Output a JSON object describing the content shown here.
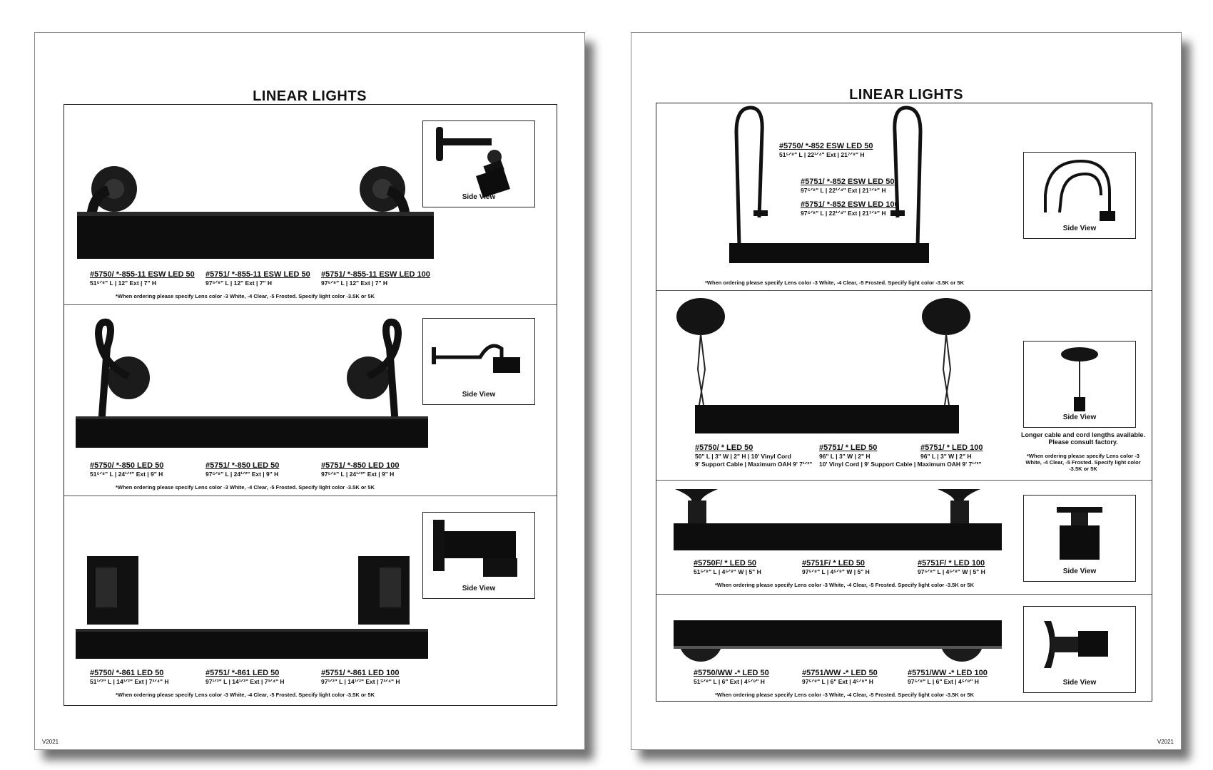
{
  "left_page": {
    "title": "LINEAR LIGHTS",
    "footer": "V2021",
    "sections": [
      {
        "side_view_label": "Side View",
        "products": [
          {
            "code": "#5750/ *-855-11 ESW LED 50",
            "dims": "51⁵ᐟ⁸\" L | 12\" Ext | 7\" H"
          },
          {
            "code": "#5751/ *-855-11 ESW LED 50",
            "dims": "97⁵ᐟ⁸\" L | 12\" Ext | 7\" H"
          },
          {
            "code": "#5751/ *-855-11 ESW LED 100",
            "dims": "97⁵ᐟ⁸\" L | 12\" Ext | 7\" H"
          }
        ],
        "note": "*When ordering please specify Lens color -3 White, -4 Clear, -5 Frosted. Specify light color -3.5K or 5K"
      },
      {
        "side_view_label": "Side View",
        "products": [
          {
            "code": "#5750/ *-850 LED 50",
            "dims": "51⁵ᐟ⁸\" L | 24¹ᐟ²\" Ext | 9\" H"
          },
          {
            "code": "#5751/ *-850 LED 50",
            "dims": "97⁵ᐟ⁸\" L | 24¹ᐟ²\" Ext | 9\" H"
          },
          {
            "code": "#5751/ *-850 LED 100",
            "dims": "97⁵ᐟ⁸\" L | 24¹ᐟ²\" Ext | 9\" H"
          }
        ],
        "note": "*When ordering please specify Lens color -3 White, -4 Clear, -5 Frosted. Specify light color -3.5K or 5K"
      },
      {
        "side_view_label": "Side View",
        "products": [
          {
            "code": "#5750/ *-861 LED 50",
            "dims": "51¹ᐟ²\" L | 14¹ᐟ²\" Ext | 7³ᐟ⁴\" H"
          },
          {
            "code": "#5751/ *-861 LED 50",
            "dims": "97¹ᐟ²\" L | 14¹ᐟ²\" Ext | 7³ᐟ⁴\" H"
          },
          {
            "code": "#5751/ *-861 LED 100",
            "dims": "97¹ᐟ²\" L | 14¹ᐟ²\" Ext | 7³ᐟ⁴\" H"
          }
        ],
        "note": "*When ordering please specify Lens color -3 White, -4 Clear, -5 Frosted. Specify light color -3.5K or 5K"
      }
    ]
  },
  "right_page": {
    "title": "LINEAR LIGHTS",
    "footer": "V2021",
    "sections": [
      {
        "side_view_label": "Side View",
        "products": [
          {
            "code": "#5750/ *-852 ESW LED 50",
            "dims": "51⁵ᐟ⁸\" L | 22¹ᐟ⁴\" Ext | 21⁷ᐟ⁸\" H"
          },
          {
            "code": "#5751/ *-852 ESW LED 50",
            "dims": "97⁵ᐟ⁸\" L | 22¹ᐟ⁴\" Ext | 21⁷ᐟ⁸\" H"
          },
          {
            "code": "#5751/ *-852 ESW LED 100",
            "dims": "97⁵ᐟ⁸\" L | 22¹ᐟ⁴\" Ext | 21⁷ᐟ⁸\" H"
          }
        ],
        "note": "*When ordering please specify Lens color -3 White, -4 Clear, -5 Frosted. Specify light color -3.5K or 5K"
      },
      {
        "side_view_label": "Side View",
        "products": [
          {
            "code": "#5750/ * LED 50",
            "dims": "50\" L | 3\" W | 2\" H | 10' Vinyl Cord",
            "dims2": "9' Support Cable | Maximum OAH 9' 7¹ᐟ²\""
          },
          {
            "code": "#5751/ * LED 50",
            "dims": "96\" L | 3\" W | 2\" H",
            "dims2": "10' Vinyl Cord | 9' Support Cable | Maximum OAH 9' 7¹ᐟ²\""
          },
          {
            "code": "#5751/ * LED 100",
            "dims": "96\" L | 3\" W | 2\" H",
            "dims2": "10' Vinyl Cord | 9' Support Cable | Maximum OAH 9' 7¹ᐟ²\""
          }
        ],
        "cable_note": "Longer cable and cord lengths available. Please consult factory.",
        "note": "*When ordering please specify Lens color -3 White, -4 Clear, -5 Frosted. Specify light color -3.5K or 5K"
      },
      {
        "side_view_label": "Side View",
        "products": [
          {
            "code": "#5750F/ * LED 50",
            "dims": "51⁵ᐟ⁸\" L | 4⁵ᐟ⁸\" W | 5\" H"
          },
          {
            "code": "#5751F/ * LED 50",
            "dims": "97⁵ᐟ⁸\" L | 4⁵ᐟ⁸\" W | 5\" H"
          },
          {
            "code": "#5751F/ * LED 100",
            "dims": "97⁵ᐟ⁸\" L | 4⁵ᐟ⁸\" W | 5\" H"
          }
        ],
        "note": "*When ordering please specify Lens color -3 White, -4 Clear, -5 Frosted. Specify light color -3.5K or 5K"
      },
      {
        "side_view_label": "Side View",
        "products": [
          {
            "code": "#5750/WW -* LED 50",
            "dims": "51⁵ᐟ⁸\" L | 6\" Ext | 4⁵ᐟ⁸\" H"
          },
          {
            "code": "#5751/WW -* LED 50",
            "dims": "97⁵ᐟ⁸\" L | 6\" Ext | 4⁵ᐟ⁸\" H"
          },
          {
            "code": "#5751/WW -* LED 100",
            "dims": "97⁵ᐟ⁸\" L | 6\" Ext | 4⁵ᐟ⁸\" H"
          }
        ],
        "note": "*When ordering please specify Lens color -3 White, -4 Clear, -5 Frosted. Specify light color -3.5K or 5K"
      }
    ]
  }
}
